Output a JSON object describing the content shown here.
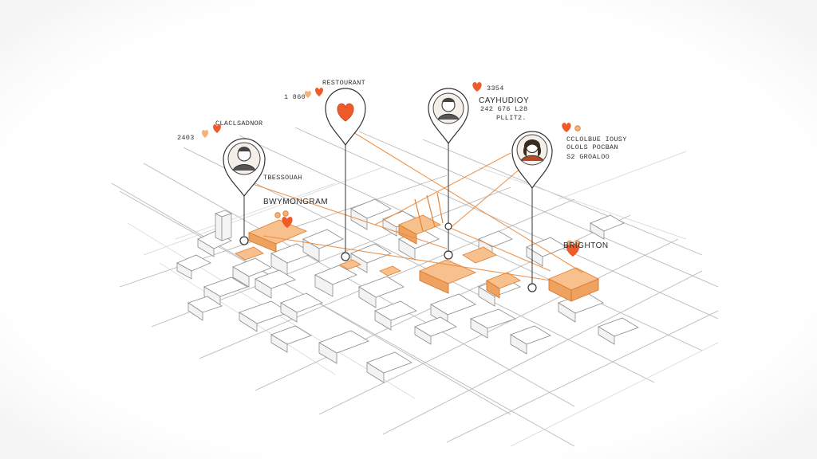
{
  "colors": {
    "accent": "#f07a3a",
    "heart": "#ef5a2a",
    "highlight": "#f3b27a",
    "ink": "#333333"
  },
  "labels": {
    "restaurant": "RESTOURANT",
    "restaurant_meta": "1 860",
    "pin2_meta": "3354",
    "pin2_name": "CAYHUDIOY",
    "pin2_line1": "242 G76 L28",
    "pin2_line2": "PLLIT2.",
    "pin1_title": "CLACLSADNOR",
    "pin1_meta": "2403",
    "pin1_line1": "TBESSOUAH",
    "pin1_district": "BWYMONGRAM",
    "pin3_line1": "CCLOLBUE IOUSY",
    "pin3_line2": "OLOLS POCBAN",
    "pin3_line3": "S2 GROALOO",
    "brighton": "BRIGHTON"
  },
  "icons": {
    "pin_restaurant": "heart-icon",
    "pin_person": "portrait-icon",
    "marker": "heart-icon"
  }
}
